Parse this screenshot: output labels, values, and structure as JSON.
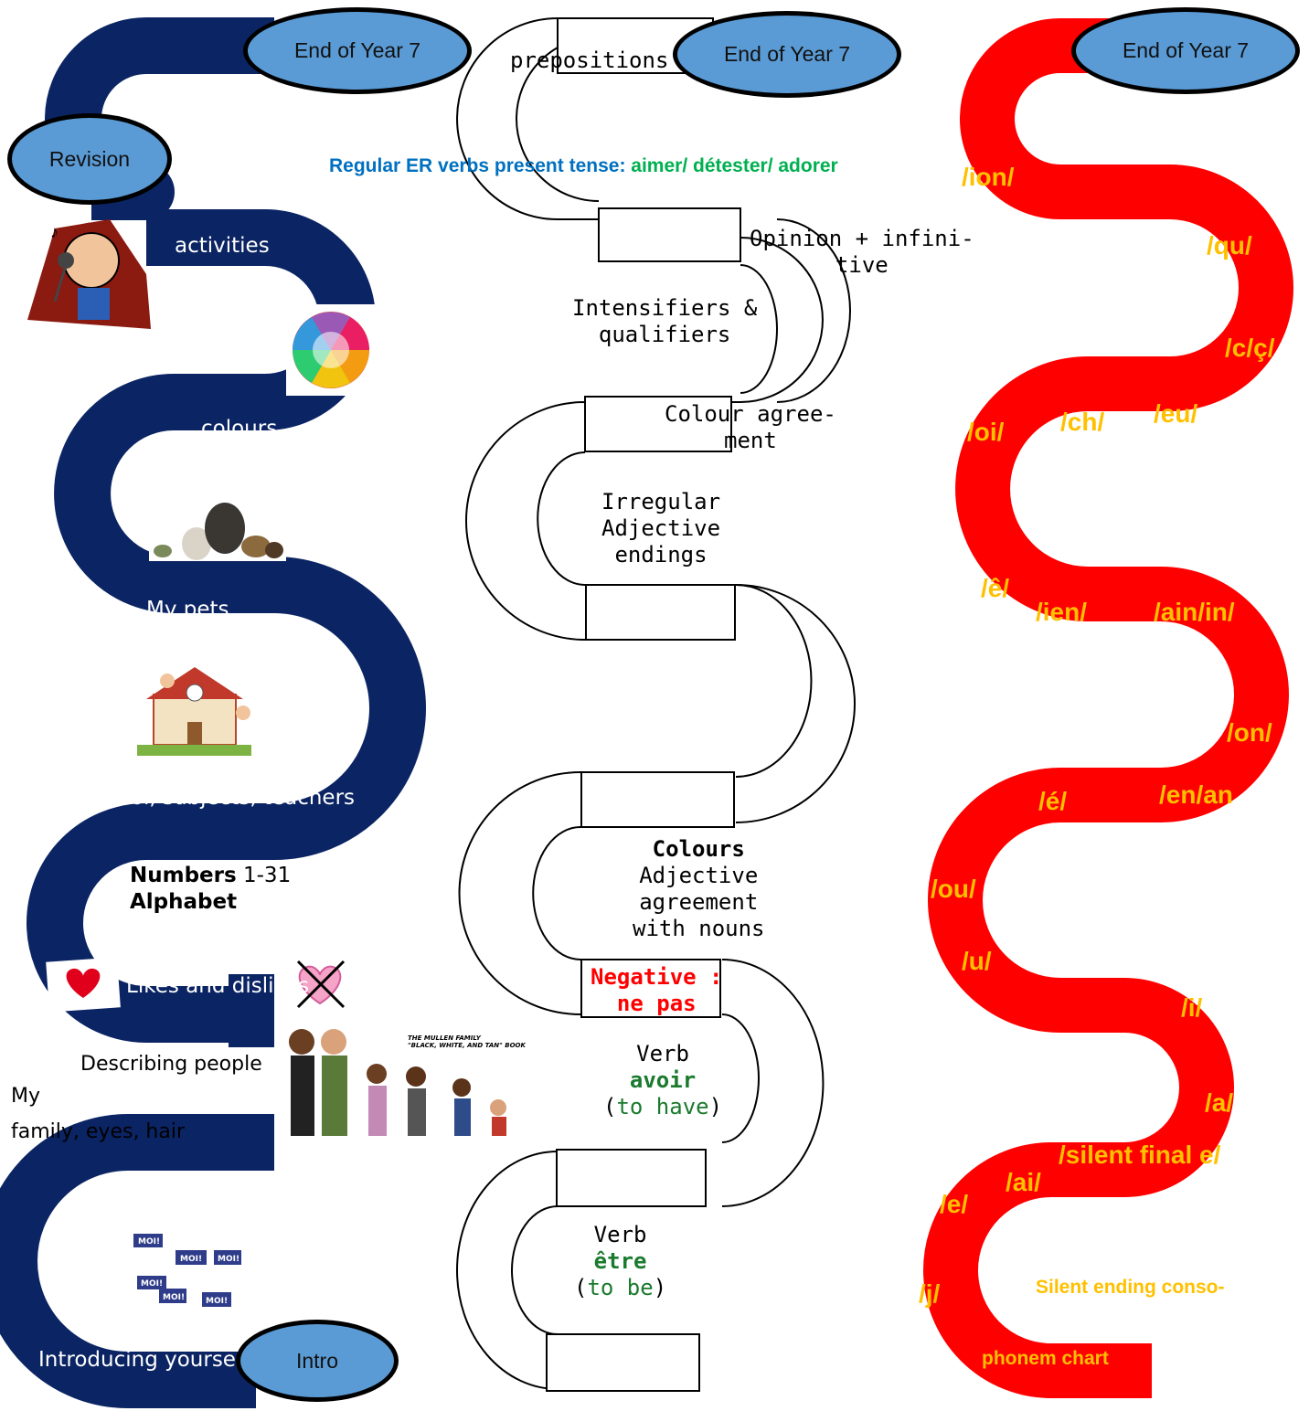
{
  "left_track": {
    "end_label": "End of Year 7",
    "revision_label": "Revision",
    "intro_label": "Intro",
    "topics": {
      "activities": "activities",
      "colours": "colours",
      "pets": "My pets",
      "school": "School, subjects, teachers",
      "numbers_bold": "Numbers",
      "numbers_range": "1-31",
      "alphabet": "Alphabet",
      "likes": "Likes and dislikes",
      "describing": "Describing people",
      "family_1": "My",
      "family_2": "family, eyes, hair",
      "introducing": "Introducing yourself"
    },
    "images": {
      "singer": "singer-cartoon",
      "colour_wheel": "colour-wheel",
      "pets": "pets-photo",
      "school": "school-clipart",
      "family": "family-clipart",
      "family_caption_1": "THE MULLEN FAMILY",
      "family_caption_2": "\"BLACK, WHITE, AND TAN\" BOOK",
      "moi_sign": "MOI!"
    },
    "colors": {
      "track": "#0b2463",
      "oval": "#5b9bd5"
    }
  },
  "middle_track": {
    "end_label": "End of Year 7",
    "prepositions": "prepositions",
    "er_verbs_blue": "Regular ER verbs present tense:",
    "er_verbs_green": "aimer/ détester/ adorer",
    "opinion_1": "Opinion + infini-",
    "opinion_2": "tive",
    "intensifiers_1": "Intensifiers &",
    "intensifiers_2": "qualifiers",
    "colour_agree_1": "Colour agree-",
    "colour_agree_2": "ment",
    "irregular_1": "Irregular",
    "irregular_2": "Adjective",
    "irregular_3": "endings",
    "colours_1": "Colours",
    "colours_2": "Adjective",
    "colours_3": "agreement",
    "colours_4": "with nouns",
    "negative_1": "Negative :",
    "negative_2": "ne pas",
    "avoir_1": "Verb",
    "avoir_2": "avoir",
    "avoir_3": "to have",
    "etre_1": "Verb",
    "etre_2": "être",
    "etre_3": "to be",
    "colors": {
      "blue": "#0070c0",
      "green": "#00b050",
      "dark_green": "#1a7a2e",
      "red": "#ff0000"
    }
  },
  "right_track": {
    "end_label": "End of Year 7",
    "phonemes": {
      "ion": "/ion/",
      "qu": "/qu/",
      "c": "/c/ç/",
      "eu": "/eu/",
      "oi": "/oi/",
      "ch": "/ch/",
      "e_circ": "/ê/",
      "ien": "/ien/",
      "ain": "/ain/in/",
      "on": "/on/",
      "e_acute": "/é/",
      "en": "/en/an",
      "ou": "/ou/",
      "u": "/u/",
      "i": "/i/",
      "a": "/a/",
      "silent": "/silent final e/",
      "ai": "/ai/",
      "e": "/e/",
      "j": "/j/"
    },
    "silent_consonants": "Silent ending conso-",
    "phonem_chart": "phonem chart",
    "colors": {
      "track": "#ff0000",
      "text": "#ffc000"
    }
  }
}
